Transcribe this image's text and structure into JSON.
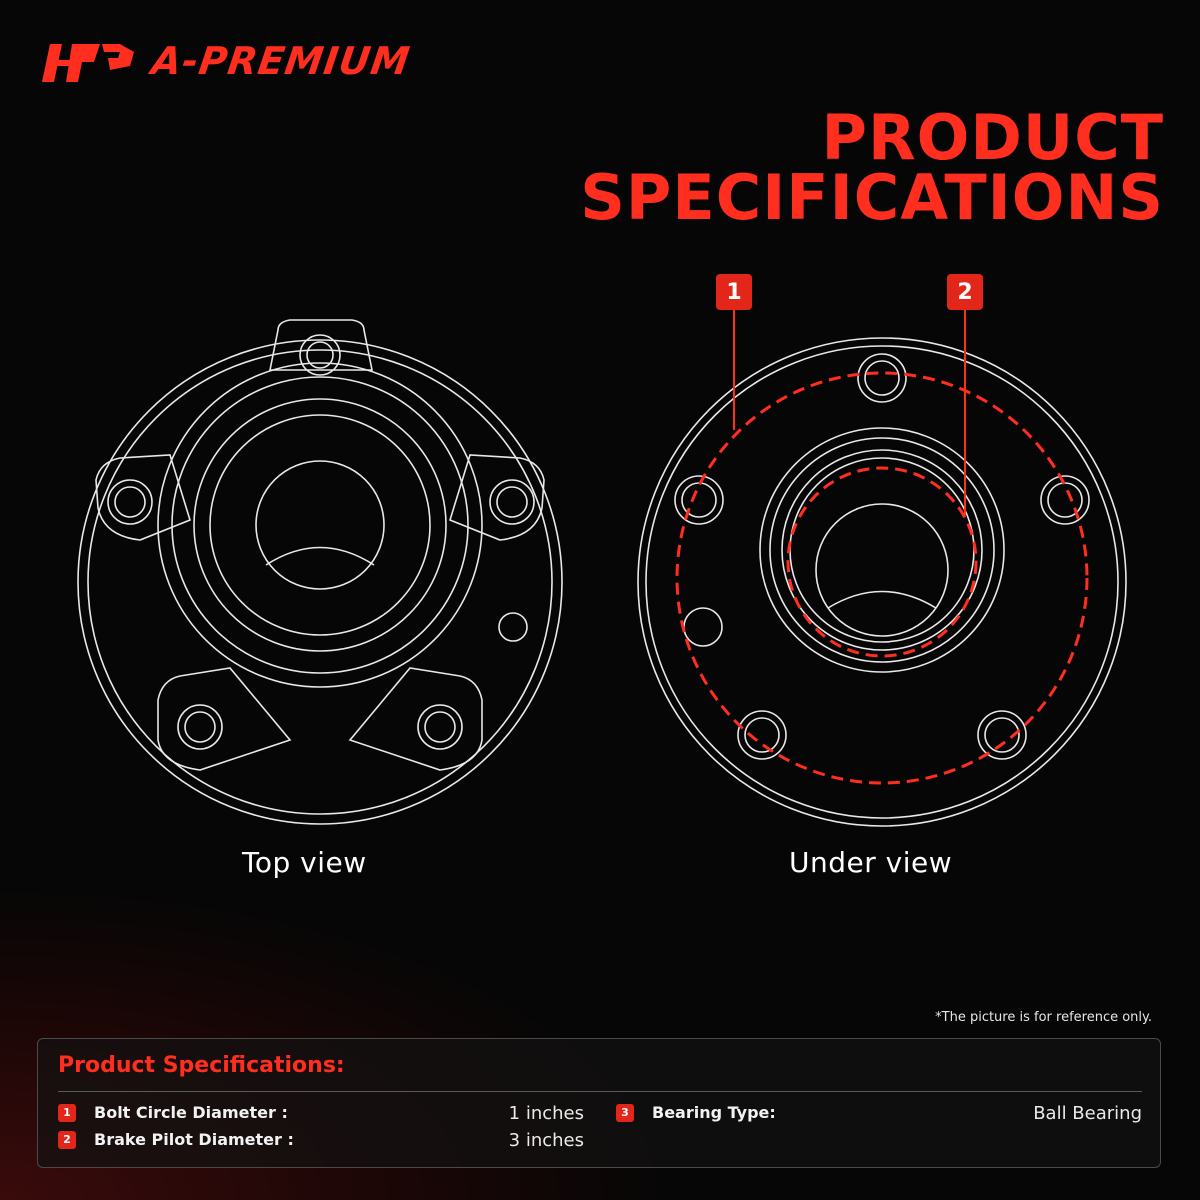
{
  "brand": {
    "name": "A-PREMIUM",
    "logo_icon": "ap-monogram-icon",
    "accent_color": "#ff2e1f"
  },
  "title": {
    "line1": "PRODUCT",
    "line2": "SPECIFICATIONS"
  },
  "views": {
    "top_label": "Top view",
    "under_label": "Under view"
  },
  "callouts": [
    {
      "number": "1"
    },
    {
      "number": "2"
    }
  ],
  "note": "*The picture is for reference only.",
  "specifications": {
    "heading": "Product Specifications:",
    "items": [
      {
        "number": "1",
        "label": "Bolt Circle Diameter :",
        "value": "1 inches"
      },
      {
        "number": "2",
        "label": "Brake Pilot Diameter :",
        "value": "3 inches"
      },
      {
        "number": "3",
        "label": "Bearing Type:",
        "value": "Ball Bearing"
      }
    ]
  }
}
